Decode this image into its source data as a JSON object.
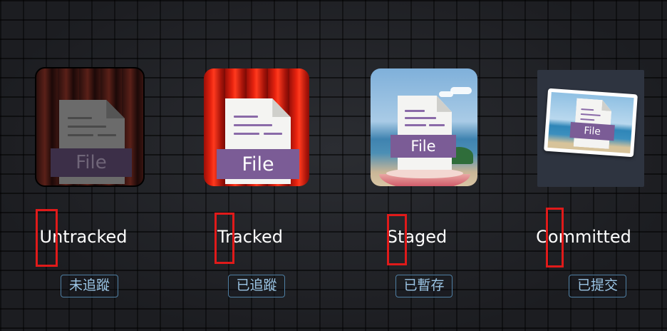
{
  "states": [
    {
      "title": "Untracked",
      "subtitle": "未追蹤",
      "file_label": "File",
      "icon": "file-curtain-dark-icon"
    },
    {
      "title": "Tracked",
      "subtitle": "已追蹤",
      "file_label": "File",
      "icon": "file-curtain-red-icon"
    },
    {
      "title": "Staged",
      "subtitle": "已暫存",
      "file_label": "File",
      "icon": "file-stage-pedestal-icon"
    },
    {
      "title": "Committed",
      "subtitle": "已提交",
      "file_label": "File",
      "icon": "file-photo-frame-icon"
    }
  ],
  "colors": {
    "highlight_box": "#e01a1a",
    "badge_border": "#4f7fa3",
    "badge_text": "#9cc6e6",
    "file_band": "#7b5c96"
  }
}
